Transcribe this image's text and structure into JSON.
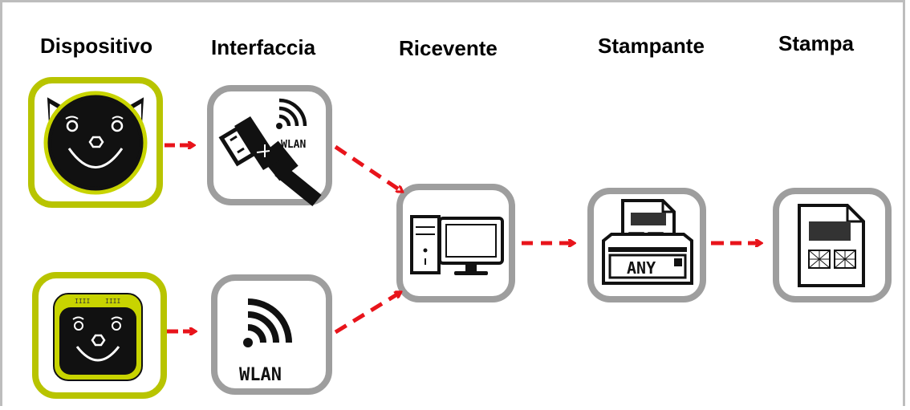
{
  "columns": {
    "device": "Dispositivo",
    "interface": "Interfaccia",
    "receiver": "Ricevente",
    "printer": "Stampante",
    "print": "Stampa"
  },
  "icons": {
    "device1": "robot-cat-face-icon",
    "device2": "robot-rectangular-face-icon",
    "usb_wlan": "usb-cable-wlan-icon",
    "wlan": "wlan-icon",
    "computer": "desktop-computer-icon",
    "printer": "printer-icon",
    "document": "printed-document-icon"
  },
  "labels": {
    "wlan_small": "WLAN",
    "wlan_large": "WLAN",
    "printer_brand": "ANY"
  },
  "colors": {
    "device_border": "#b8c400",
    "device_face_ring": "#c8d400",
    "node_border": "#9e9e9e",
    "arrow": "#e8141b",
    "frame": "#bdbdbd"
  }
}
